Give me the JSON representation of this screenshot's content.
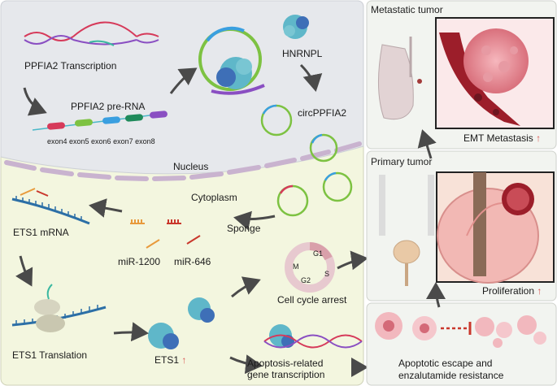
{
  "labels": {
    "ppfia2_transcription": "PPFIA2 Transcription",
    "pre_rna": "PPFIA2 pre-RNA",
    "exons": "exon4 exon5 exon6 exon7 exon8",
    "hnrnpl": "HNRNPL",
    "circ": "circPPFIA2",
    "nucleus": "Nucleus",
    "cytoplasm": "Cytoplasm",
    "sponge": "Sponge",
    "ets1_mrna": "ETS1 mRNA",
    "mir1200": "miR-1200",
    "mir646": "miR-646",
    "ets1_translation": "ETS1 Translation",
    "ets1": "ETS1",
    "cell_cycle": "Cell cycle arrest",
    "apoptosis_line1": "Apoptosis-related",
    "apoptosis_line2": "gene transcription",
    "metastatic_tumor": "Metastatic tumor",
    "emt": "EMT Metastasis",
    "primary_tumor": "Primary tumor",
    "proliferation": "Proliferation",
    "escape_line1": "Apoptotic escape and",
    "escape_line2": "enzalutamide resistance",
    "up_arrow": "↑",
    "cycle_g1": "G1",
    "cycle_s": "S",
    "cycle_g2": "G2",
    "cycle_m": "M"
  },
  "colors": {
    "nucleus_bg": "#e6e8ec",
    "cyto_bg": "#f3f6df",
    "membrane": "#c9b3cf",
    "exon4": "#d63a5a",
    "exon5": "#7dc242",
    "exon6": "#3a9fe0",
    "exon7": "#1f8a5b",
    "exon8": "#8a4fc2",
    "arrow": "#4a4a4a",
    "up": "#d9534f"
  }
}
